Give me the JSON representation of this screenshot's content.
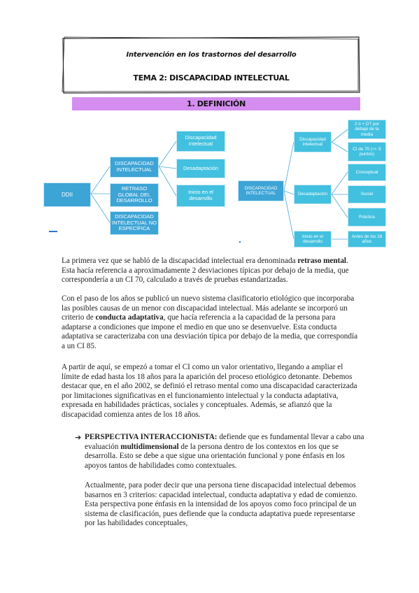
{
  "header": {
    "course_title": "Intervención en los trastornos del desarrollo",
    "topic_title": "TEMA 2: DISCAPACIDAD INTELECTUAL",
    "section_title": "1.  DEFINICIÓN"
  },
  "diagram_left": {
    "root": "DDII",
    "level1": [
      "DISCAPACIDAD INTELECTUAL",
      "RETRASO GLOBAL DEL DESARROLLO",
      "DISCAPACIDAD INTELECTUAL NO ESPECÍFICA"
    ],
    "level2": [
      "Discapacidad Intelectual",
      "Desadaptación",
      "Inicio en el desarrollo"
    ]
  },
  "diagram_right": {
    "root": "DISCAPACIDAD INTELECTUAL",
    "level1": [
      "Discapacidad intelectual",
      "Desadaptación",
      "Inicio en el desarrollo"
    ],
    "level2_a": [
      "2 ó + DT por debajo de la media",
      "CI de 70 (+/- 5 puntos)"
    ],
    "level2_b": [
      "Conceptual",
      "Social",
      "Práctica"
    ],
    "level2_c": [
      "Antes de los 18 años"
    ]
  },
  "body": {
    "p1_a": "La primera vez que se habló de la discapacidad intelectual era denominada ",
    "p1_bold": "retraso mental",
    "p1_b": ". Esta hacía referencia a aproximadamente 2 desviaciones típicas por debajo de la media, que correspondería a un CI 70, calculado a través de pruebas estandarizadas.",
    "p2_a": "Con el paso de los años se publicó un nuevo sistema clasificatorio etiológico que incorporaba las posibles causas de un menor con discapacidad intelectual. Más adelante se incorporó un criterio de ",
    "p2_bold": "conducta adaptativa",
    "p2_b": ", que hacía referencia a la capacidad de la persona para adaptarse a condiciones que impone el medio en que uno se desenvuelve. Esta conducta adaptativa se caracterizaba con una desviación típica por debajo de la media, que correspondía a un CI 85.",
    "p3": "A partir de aquí, se empezó a tomar el CI como un valor orientativo, llegando a ampliar el límite de edad hasta los 18 años para la aparición del proceso etiológico detonante. Debemos destacar que, en el año 2002, se definió el retraso mental como una discapacidad caracterizada por limitaciones significativas en el funcionamiento intelectual y la conducta adaptativa, expresada en habilidades prácticas, sociales y conceptuales. Además, se afianzó que la discapacidad comienza antes de los 18 años.",
    "bullet_arrow": "➔",
    "bullet_bold": "PERSPECTIVA INTERACCIONISTA:",
    "bullet_a": " defiende que es fundamental llevar a cabo una evaluación ",
    "bullet_bold2": "multidimensional",
    "bullet_b": " de la persona dentro de los contextos en los que se desarrolla. Esto se debe a que sigue una orientación funcional y pone énfasis en los apoyos tantos de habilidades como contextuales.",
    "p5": "Actualmente, para poder decir que una persona tiene discapacidad intelectual debemos basarnos en 3 criterios: capacidad intelectual, conducta adaptativa y edad de comienzo. Esta perspectiva pone énfasis en la intensidad de los apoyos como foco principal de un sistema de clasificación, pues defiende que la conducta adaptativa puede representarse por las habilidades conceptuales,"
  }
}
